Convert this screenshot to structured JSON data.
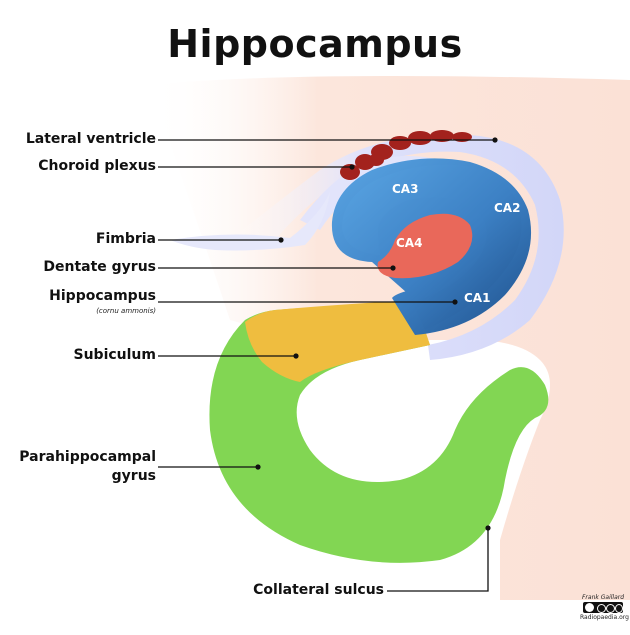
{
  "title": "Hippocampus",
  "labels": {
    "lateral_ventricle": "Lateral ventricle",
    "choroid_plexus": "Choroid plexus",
    "fimbria": "Fimbria",
    "dentate_gyrus": "Dentate gyrus",
    "hippocampus": "Hippocampus",
    "hippocampus_sub": "(cornu ammonis)",
    "subiculum": "Subiculum",
    "parahippocampal_1": "Parahippocampal",
    "parahippocampal_2": "gyrus",
    "collateral_sulcus": "Collateral sulcus"
  },
  "regions": {
    "ca1": "CA1",
    "ca2": "CA2",
    "ca3": "CA3",
    "ca4": "CA4"
  },
  "credit": {
    "author": "Frank Gaillard",
    "site": "Radiopaedia.org",
    "license_icon": "creative-commons-icon"
  },
  "colors": {
    "background_tissue": "#fce6dc",
    "ventricle": "#d9dcfa",
    "choroid": "#a3221d",
    "cornu_ammonis": "#3f85c9",
    "cornu_ammonis_dark": "#23548f",
    "dentate": "#e9685a",
    "subiculum": "#efbd3f",
    "parahippocampal": "#82d653"
  }
}
